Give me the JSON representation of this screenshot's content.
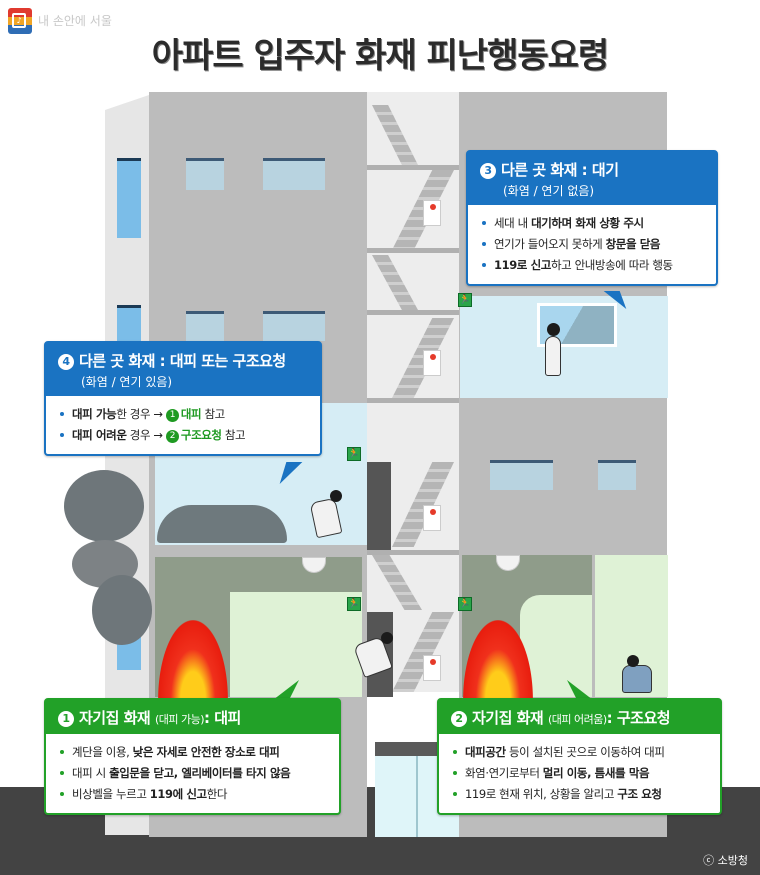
{
  "header": {
    "logo_icon": "seoul-logo-icon",
    "logo_text": "내 손안에 서울",
    "title": "아파트 입주자 화재 피난행동요령"
  },
  "callouts": {
    "c3": {
      "number": "3",
      "title": "다른 곳 화재 : 대기",
      "subtitle": "(화염 / 연기 없음)",
      "color": "#1a73c2",
      "items": [
        {
          "pre": "세대 내 ",
          "bold": "대기하며 화재 상황 주시",
          "post": ""
        },
        {
          "pre": "연기가 들어오지 못하게 ",
          "bold": "창문을 닫음",
          "post": ""
        },
        {
          "pre": "",
          "bold": "119로 신고",
          "post": "하고 안내방송에 따라 행동"
        }
      ]
    },
    "c4": {
      "number": "4",
      "title": "다른 곳 화재 : 대피 또는 구조요청",
      "subtitle": "(화염 / 연기 있음)",
      "color": "#1a73c2",
      "items": [
        {
          "bold": "대피 가능",
          "mid": "한 경우 → ",
          "ref_num": "1",
          "ref": "대피",
          "post": " 참고"
        },
        {
          "bold": "대피 어려운",
          "mid": " 경우 → ",
          "ref_num": "2",
          "ref": "구조요청",
          "post": " 참고"
        }
      ]
    },
    "c1": {
      "number": "1",
      "title_main": "자기집 화재",
      "title_small": "(대피 가능)",
      "title_action": ":  대피",
      "color": "#22a128",
      "items": [
        {
          "pre": "계단을 이용, ",
          "bold": "낮은 자세로 안전한 장소로 대피",
          "post": ""
        },
        {
          "pre": "대피 시 ",
          "bold": "출입문을 닫고, 엘리베이터를 타지 않음",
          "post": ""
        },
        {
          "pre": "비상벨을 누르고 ",
          "bold": "119에 신고",
          "post": "한다"
        }
      ]
    },
    "c2": {
      "number": "2",
      "title_main": "자기집 화재",
      "title_small": "(대피 어려움)",
      "title_action": ":  구조요청",
      "color": "#22a128",
      "items": [
        {
          "pre": "",
          "bold": "대피공간",
          "post": " 등이 설치된 곳으로 이동하여 대피"
        },
        {
          "pre": "화염·연기로부터 ",
          "bold": "멀리 이동, 틈새를 막음",
          "post": ""
        },
        {
          "pre": "119로 현재 위치, 상황을 알리고 ",
          "bold": "구조 요청",
          "post": ""
        }
      ]
    }
  },
  "illustration": {
    "exit_sign_icon": "emergency-exit-icon",
    "exit_glyph": "🏃",
    "fire_alarm_icon": "fire-alarm-icon",
    "smoke_detector_icon": "smoke-detector-icon"
  },
  "footer": {
    "credit": "ⓒ 소방청"
  },
  "colors": {
    "blue_accent": "#1a73c2",
    "green_accent": "#22a128",
    "wall": "#bcbcbc",
    "ground": "#434343"
  }
}
